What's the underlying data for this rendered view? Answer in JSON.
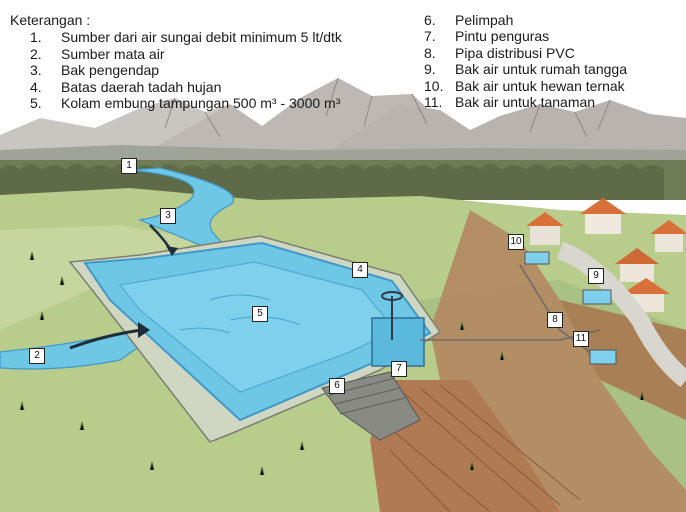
{
  "legend": {
    "title": "Keterangan :",
    "items": [
      {
        "num": "1.",
        "text": "Sumber dari air sungai debit minimum 5 lt/dtk"
      },
      {
        "num": "2.",
        "text": "Sumber mata air"
      },
      {
        "num": "3.",
        "text": "Bak pengendap"
      },
      {
        "num": "4.",
        "text": "Batas daerah tadah hujan"
      },
      {
        "num": "5.",
        "text": "Kolam embung tampungan 500 m³ - 3000 m³"
      },
      {
        "num": "6.",
        "text": "Pelimpah"
      },
      {
        "num": "7.",
        "text": "Pintu penguras"
      },
      {
        "num": "8.",
        "text": "Pipa distribusi PVC"
      },
      {
        "num": "9.",
        "text": "Bak air untuk rumah tangga"
      },
      {
        "num": "10.",
        "text": "Bak air untuk hewan ternak"
      },
      {
        "num": "11.",
        "text": "Bak air untuk tanaman"
      }
    ]
  },
  "markers": [
    "1",
    "2",
    "3",
    "4",
    "5",
    "6",
    "7",
    "8",
    "9",
    "10",
    "11"
  ],
  "colors": {
    "mountain": "#b9b5b0",
    "hill_green": "#a9c183",
    "pond_water": "#6fc7e6",
    "pond_rim": "#3f98c8",
    "earth": "#b07a54",
    "roof": "#d8703a"
  }
}
